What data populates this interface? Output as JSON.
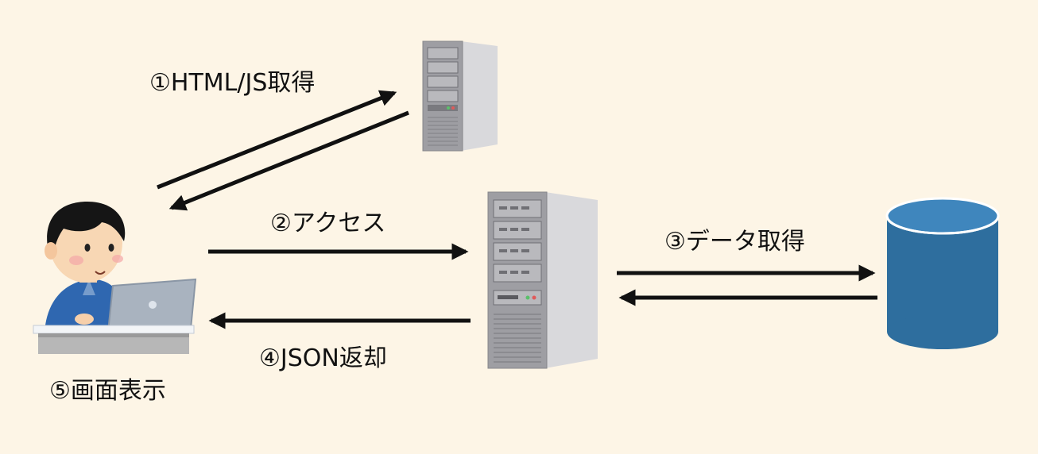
{
  "labels": {
    "step1": "①HTML/JS取得",
    "step2": "②アクセス",
    "step3": "③データ取得",
    "step4": "④JSON返却",
    "step5": "⑤画面表示"
  },
  "colors": {
    "background": "#fdf5e6",
    "arrow": "#111111",
    "server_body": "#9e9ea3",
    "server_side": "#d9d9dc",
    "database": "#2e6e9e",
    "person_shirt": "#2f67b0",
    "laptop": "#a9b3bf"
  },
  "icons": {
    "person": "user-at-laptop-icon",
    "web_server": "web-server-icon",
    "api_server": "api-server-icon",
    "database": "database-icon"
  }
}
